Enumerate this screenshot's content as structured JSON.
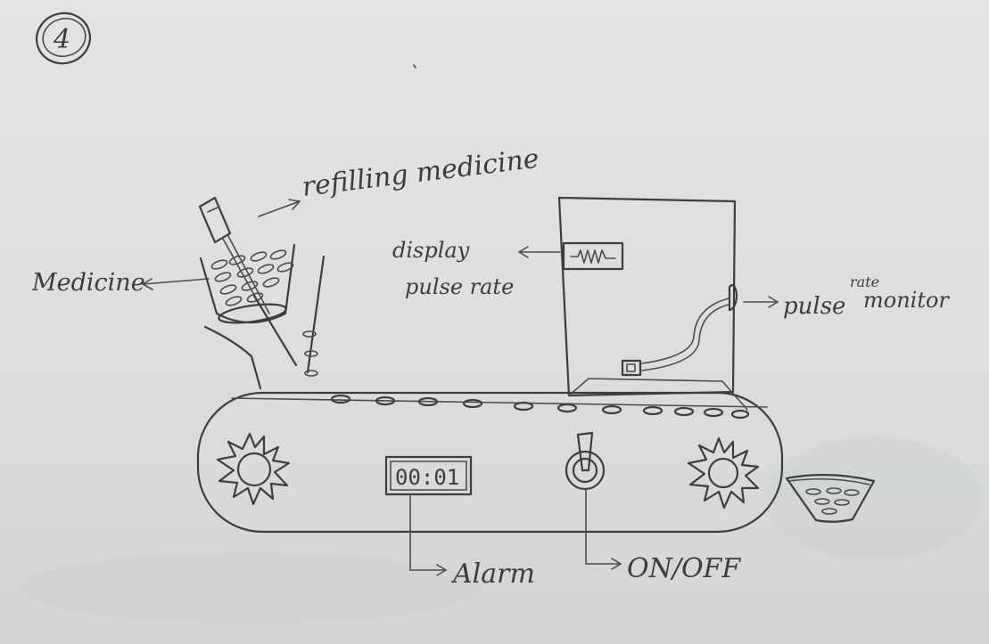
{
  "page_number": "4",
  "labels": {
    "refilling": "refilling medicine",
    "medicine": "Medicine",
    "display_line1": "display",
    "display_line2": "pulse rate",
    "pulse": "pulse",
    "rate": "rate",
    "monitor": "monitor",
    "alarm": "Alarm",
    "onoff": "ON/OFF"
  },
  "timer_display": "00:01",
  "colors": {
    "paper": "#dfe1e3",
    "ink": "#3c3d40"
  }
}
